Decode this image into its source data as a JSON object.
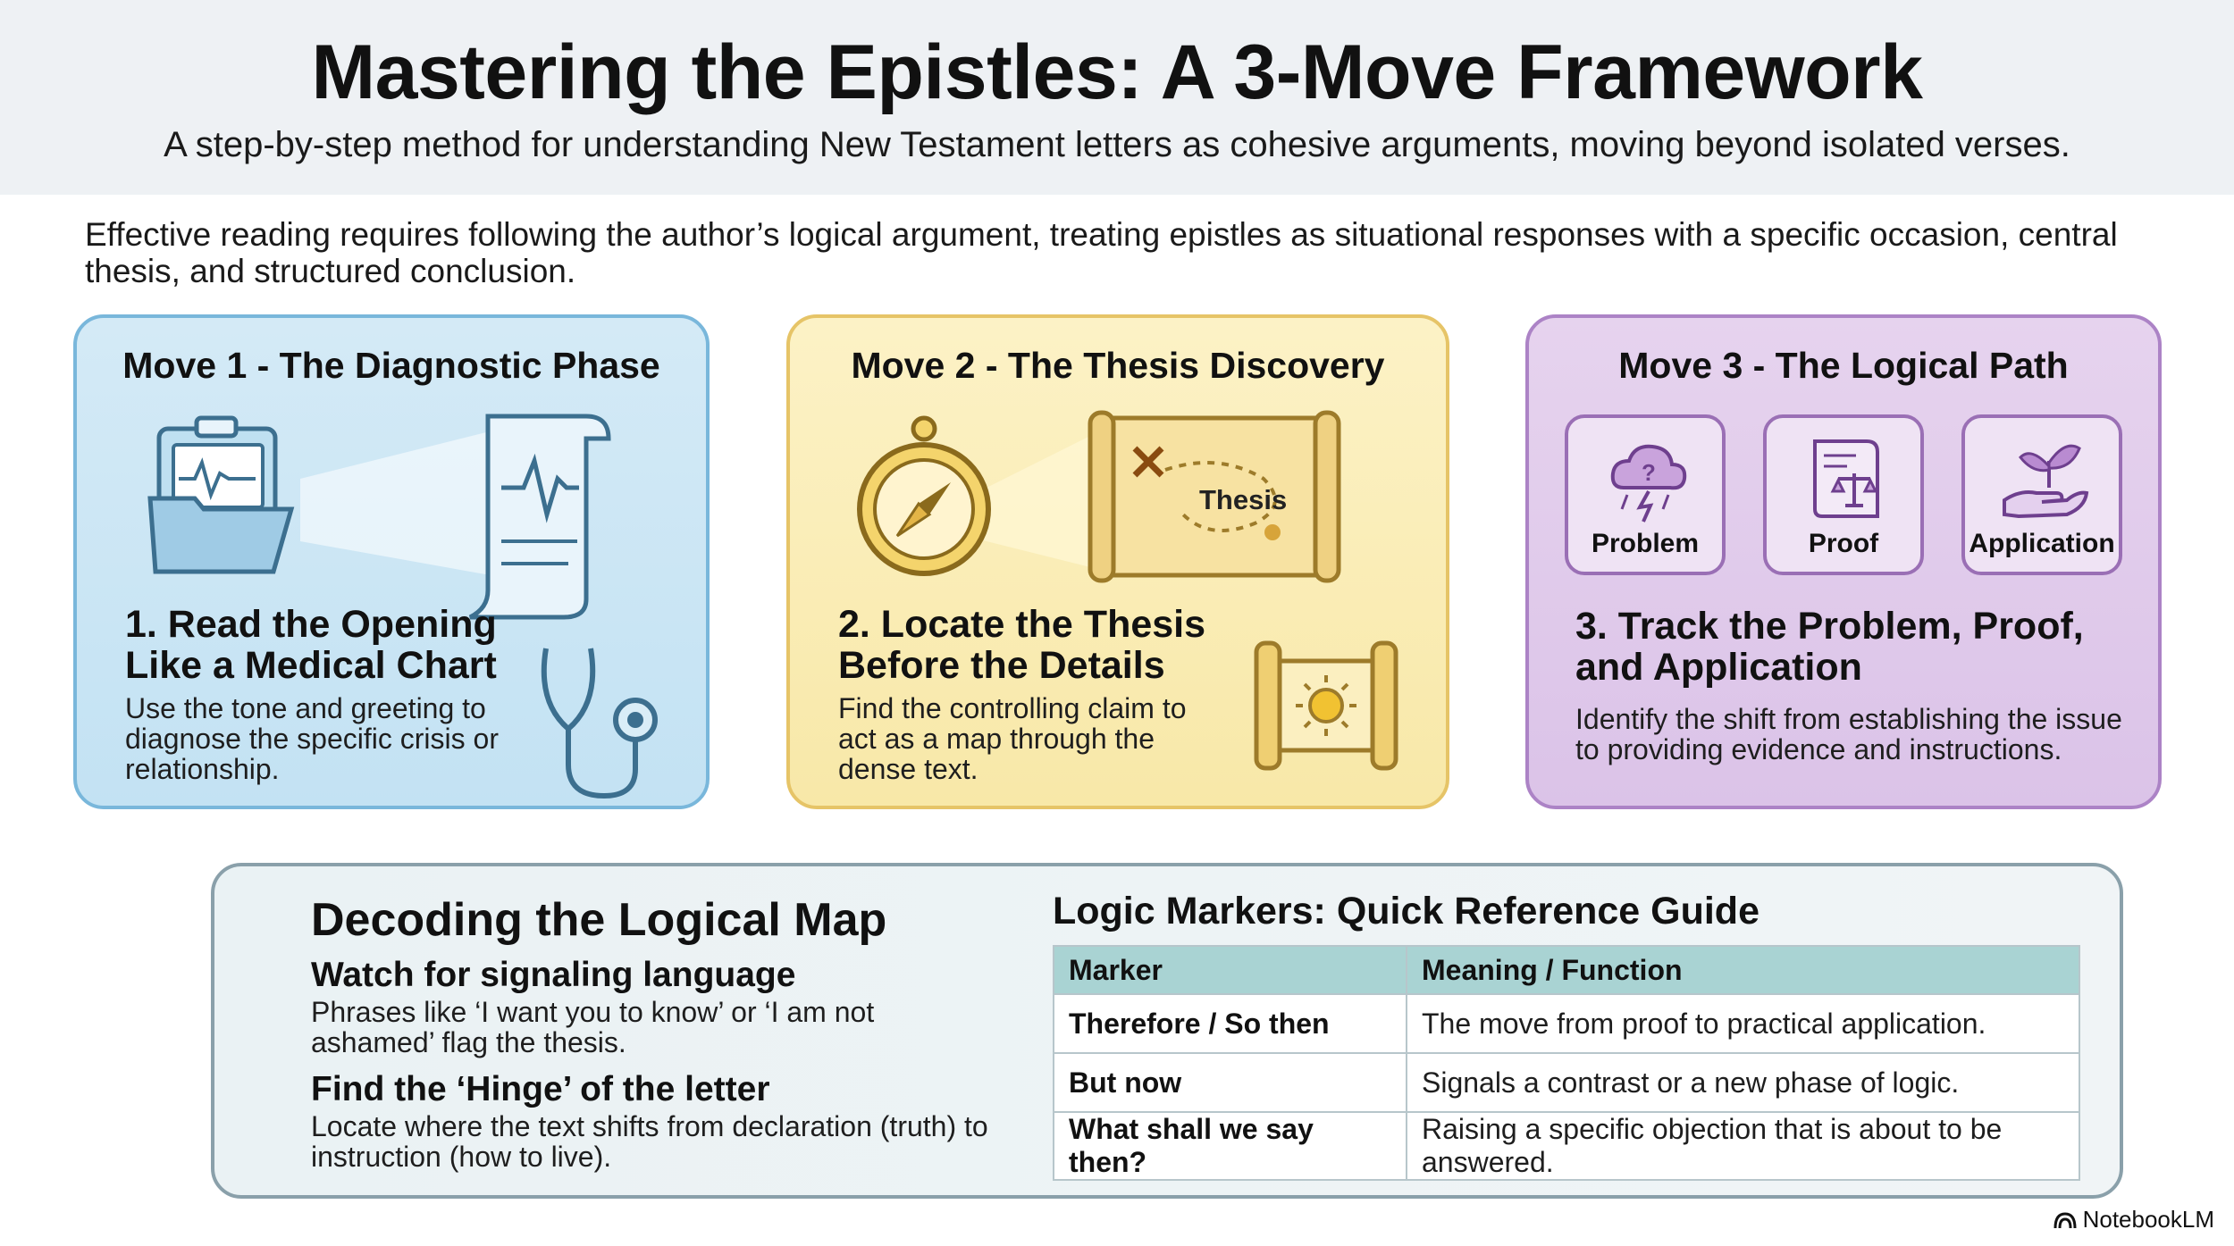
{
  "header": {
    "title": "Mastering the Epistles: A 3-Move Framework",
    "subtitle": "A step-by-step method for understanding New Testament letters as cohesive arguments, moving beyond isolated verses."
  },
  "intro": "Effective reading requires following the author’s logical argument, treating epistles as situational responses with a specific occasion, central thesis, and structured conclusion.",
  "moves": [
    {
      "heading": "Move 1 - The Diagnostic Phase",
      "step_title": "1. Read the Opening Like a Medical Chart",
      "description": "Use the tone and greeting to diagnose the specific crisis or relationship.",
      "icons": [
        "clipboard-folder-icon",
        "chart-scroll-icon",
        "stethoscope-icon"
      ]
    },
    {
      "heading": "Move 2 - The Thesis Discovery",
      "step_title": "2. Locate the Thesis Before the Details",
      "description": "Find the controlling claim to act as a map through the dense text.",
      "map_label": "Thesis",
      "icons": [
        "compass-icon",
        "treasure-map-icon",
        "sun-scroll-icon"
      ]
    },
    {
      "heading": "Move 3 - The Logical Path",
      "step_title": "3. Track the Problem, Proof, and Application",
      "description": "Identify the shift from establishing the issue to providing evidence and instructions.",
      "boxes": [
        {
          "label": "Problem",
          "icon": "storm-cloud-icon"
        },
        {
          "label": "Proof",
          "icon": "document-scales-icon"
        },
        {
          "label": "Application",
          "icon": "hand-plant-icon"
        }
      ]
    }
  ],
  "decoding": {
    "title": "Decoding the Logical Map",
    "points": [
      {
        "heading": "Watch for signaling language",
        "text": "Phrases like ‘I want you to know’ or ‘I am not ashamed’ flag the thesis."
      },
      {
        "heading": "Find the ‘Hinge’ of the letter",
        "text": "Locate where the text shifts from declaration (truth) to instruction (how to live)."
      }
    ]
  },
  "reference": {
    "title": "Logic Markers: Quick Reference Guide",
    "columns": [
      "Marker",
      "Meaning / Function"
    ],
    "rows": [
      [
        "Therefore / So then",
        "The move from proof to practical application."
      ],
      [
        "But now",
        "Signals a contrast or a new phase of logic."
      ],
      [
        "What shall we say then?",
        "Raising a specific objection that is about to be answered."
      ]
    ]
  },
  "brand": "NotebookLM",
  "colors": {
    "move1_accent": "#79b7db",
    "move2_accent": "#e6c467",
    "move3_accent": "#ac83c6",
    "table_header": "#a9d3d3"
  }
}
